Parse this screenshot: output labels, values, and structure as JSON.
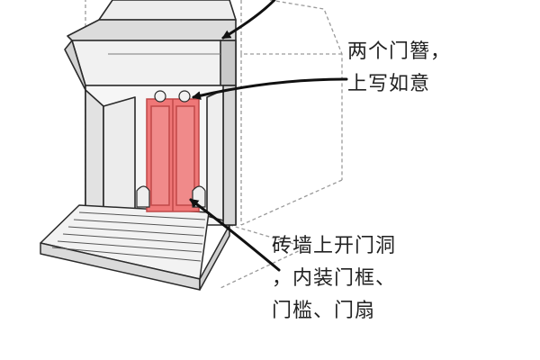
{
  "annotations": {
    "door_hairpin": {
      "lines": [
        "两个门簪，",
        "上写如意"
      ]
    },
    "door_opening": {
      "lines": [
        "砖墙上开门洞",
        "，内装门框、",
        "门槛、门扇"
      ]
    }
  },
  "colors": {
    "door_fill": "#ef7777",
    "door_stroke": "#c04848",
    "outline": "#2a2a2a",
    "dashed_outline": "#9a9a9a"
  }
}
